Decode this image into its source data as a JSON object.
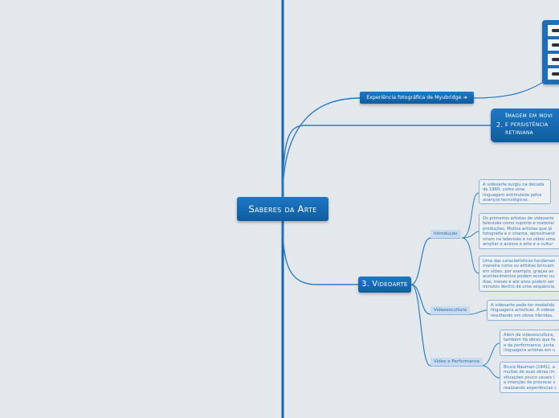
{
  "central": {
    "label": "Saberes da Arte"
  },
  "branches": {
    "myb": {
      "label": "Experiência fotográfica de Myubridge ➔"
    },
    "imagem": {
      "number": "2.",
      "lines": [
        "Imagem em movi",
        "e persistência",
        "retiniana"
      ]
    },
    "topic3": {
      "label": "3. Videoarte"
    }
  },
  "subtopics": {
    "introducao": {
      "label": "Introdução"
    },
    "videoescultura": {
      "label": "Videoescultura"
    },
    "performance": {
      "label": "Vídeo e Performance"
    }
  },
  "notes": [
    {
      "lines": [
        "A videoarte surgiu na década",
        "de 1960, como uma",
        "linguagem estimulada pelos",
        "avanços tecnológicos."
      ]
    },
    {
      "lines": [
        "Os primeiros artistas de videoarte",
        "televisão como suporte e material",
        "produções. Muitos artistas que já",
        "fotografia e o cinema, aproximand",
        "viram na televisão e no vídeo uma",
        "ampliar o acesso a arte e a cultur"
      ]
    },
    {
      "lines": [
        "Uma das características fundamen",
        "maneira como os artistas brincam",
        "em vídeo, por exemplo, graças ao",
        "acontecimentos podem ocorrer nu",
        "dias, meses e até anos podem ser",
        "minutos dentro de uma sequência."
      ]
    },
    {
      "lines": [
        "A videoarte pode ter modalida",
        "linguagens artísticas. A videoe",
        "resultando em obras híbridas,"
      ]
    },
    {
      "lines": [
        "Além da videoescultura,",
        "também há obras que fa",
        "e da performance, junta",
        "linguagens artistas em u"
      ]
    },
    {
      "lines": [
        "Bruce Nauman (1941), a",
        "muitas de suas obras im",
        "situações pouco usuais (",
        "a intenção de provocar s",
        "realizando experiências c"
      ]
    }
  ],
  "colors": {
    "background": "#e3e8ec",
    "trunk": "#1565b0",
    "topic": "#1a6fb9",
    "connector": "#2e7cc3",
    "note_border": "#8ab1d8"
  }
}
